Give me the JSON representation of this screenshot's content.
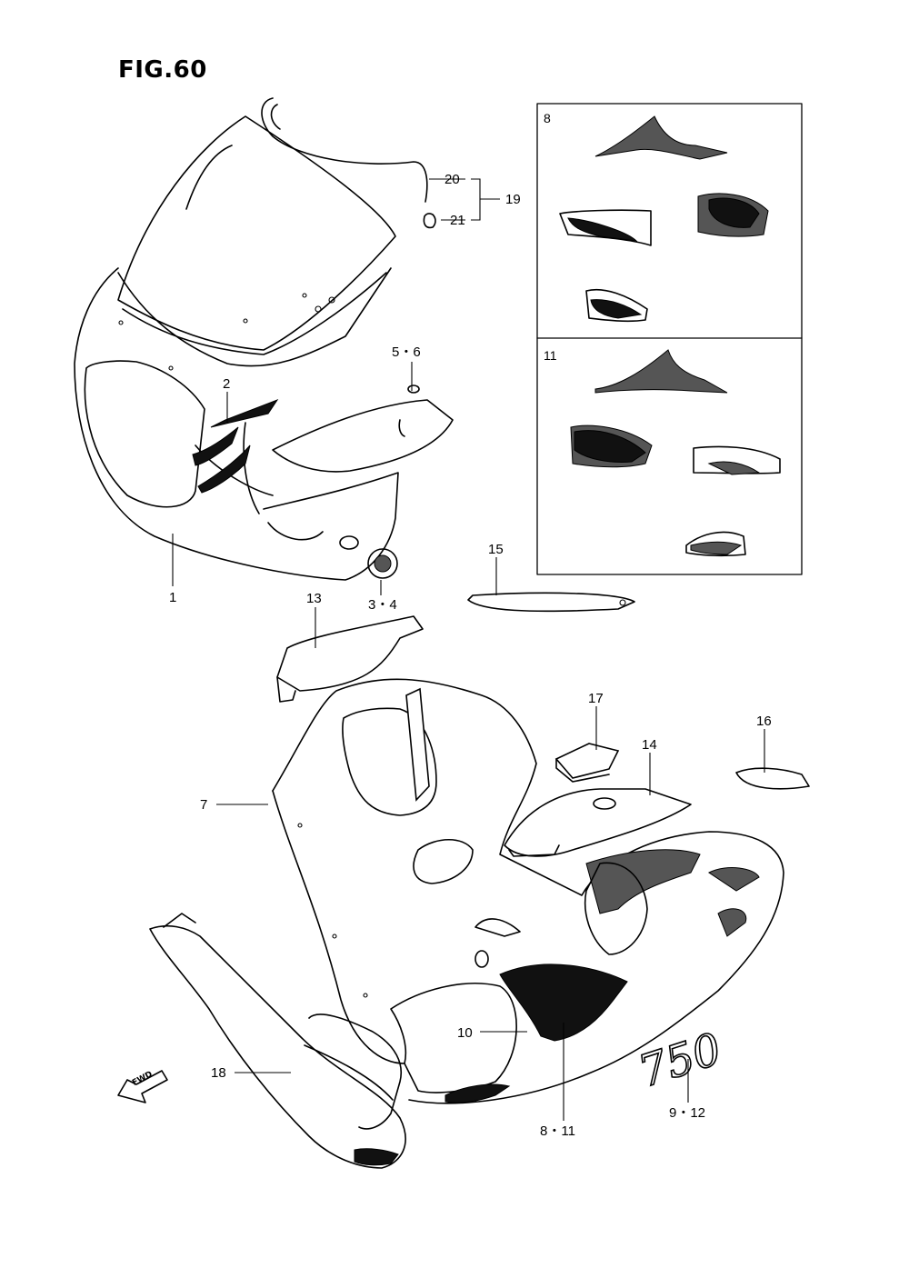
{
  "figure": {
    "title": "FIG.60"
  },
  "callouts": {
    "c1": "1",
    "c2": "2",
    "c3_4": "3・4",
    "c5_6": "5・6",
    "c7": "7",
    "c8_11": "8・11",
    "c9_12": "9・12",
    "c10": "10",
    "c13": "13",
    "c14": "14",
    "c15": "15",
    "c16": "16",
    "c17": "17",
    "c18": "18",
    "c19": "19",
    "c20": "20",
    "c21": "21"
  },
  "insets": {
    "top_label": "8",
    "bottom_label": "11"
  },
  "decal_text": "750",
  "direction_marker": {
    "label": "FWD",
    "icon": "forward-arrow-icon"
  }
}
